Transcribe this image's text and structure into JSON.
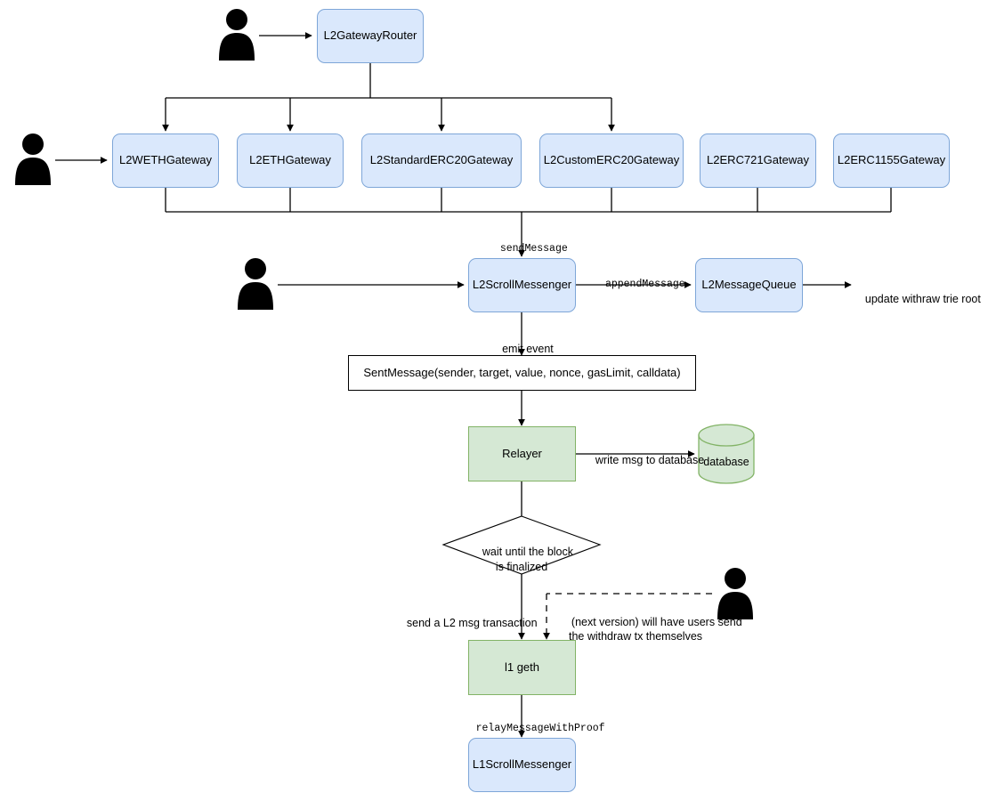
{
  "diagram": {
    "title": "Scroll L2 to L1 withdraw message flow",
    "colors": {
      "blue_fill": "#dae8fc",
      "blue_stroke": "#7ea6d8",
      "green_fill": "#d5e8d4",
      "green_stroke": "#82b366",
      "line": "#000000",
      "background": "#ffffff"
    },
    "nodes": {
      "l2_gateway_router": "L2GatewayRouter",
      "l2_weth_gateway": "L2WETHGateway",
      "l2_eth_gateway": "L2ETHGateway",
      "l2_standard_erc20_gateway": "L2StandardERC20Gateway",
      "l2_custom_erc20_gateway": "L2CustomERC20Gateway",
      "l2_erc721_gateway": "L2ERC721Gateway",
      "l2_erc1155_gateway": "L2ERC1155Gateway",
      "l2_scroll_messenger": "L2ScrollMessenger",
      "l2_message_queue": "L2MessageQueue",
      "sent_message_event": "SentMessage(sender, target, value, nonce, gasLimit, calldata)",
      "relayer": "Relayer",
      "database": "database",
      "decision": "wait until the block\nis finalized",
      "l1_geth": "l1 geth",
      "l1_scroll_messenger": "L1ScrollMessenger"
    },
    "edge_labels": {
      "send_message": "sendMessage",
      "append_message": "appendMessage",
      "update_withdraw_trie_root": "update withraw trie root",
      "emit_event": "emit event",
      "write_msg_to_database": "write msg to database",
      "send_l2_msg_transaction": "send a L2 msg transaction",
      "next_version_note": "(next version) will have users send\nthe withdraw tx themselves",
      "relay_message_with_proof": "relayMessageWithProof"
    },
    "actors": {
      "router_user": "user-actor",
      "gateway_user": "user-actor",
      "messenger_user": "user-actor",
      "withdraw_user": "user-actor"
    }
  }
}
